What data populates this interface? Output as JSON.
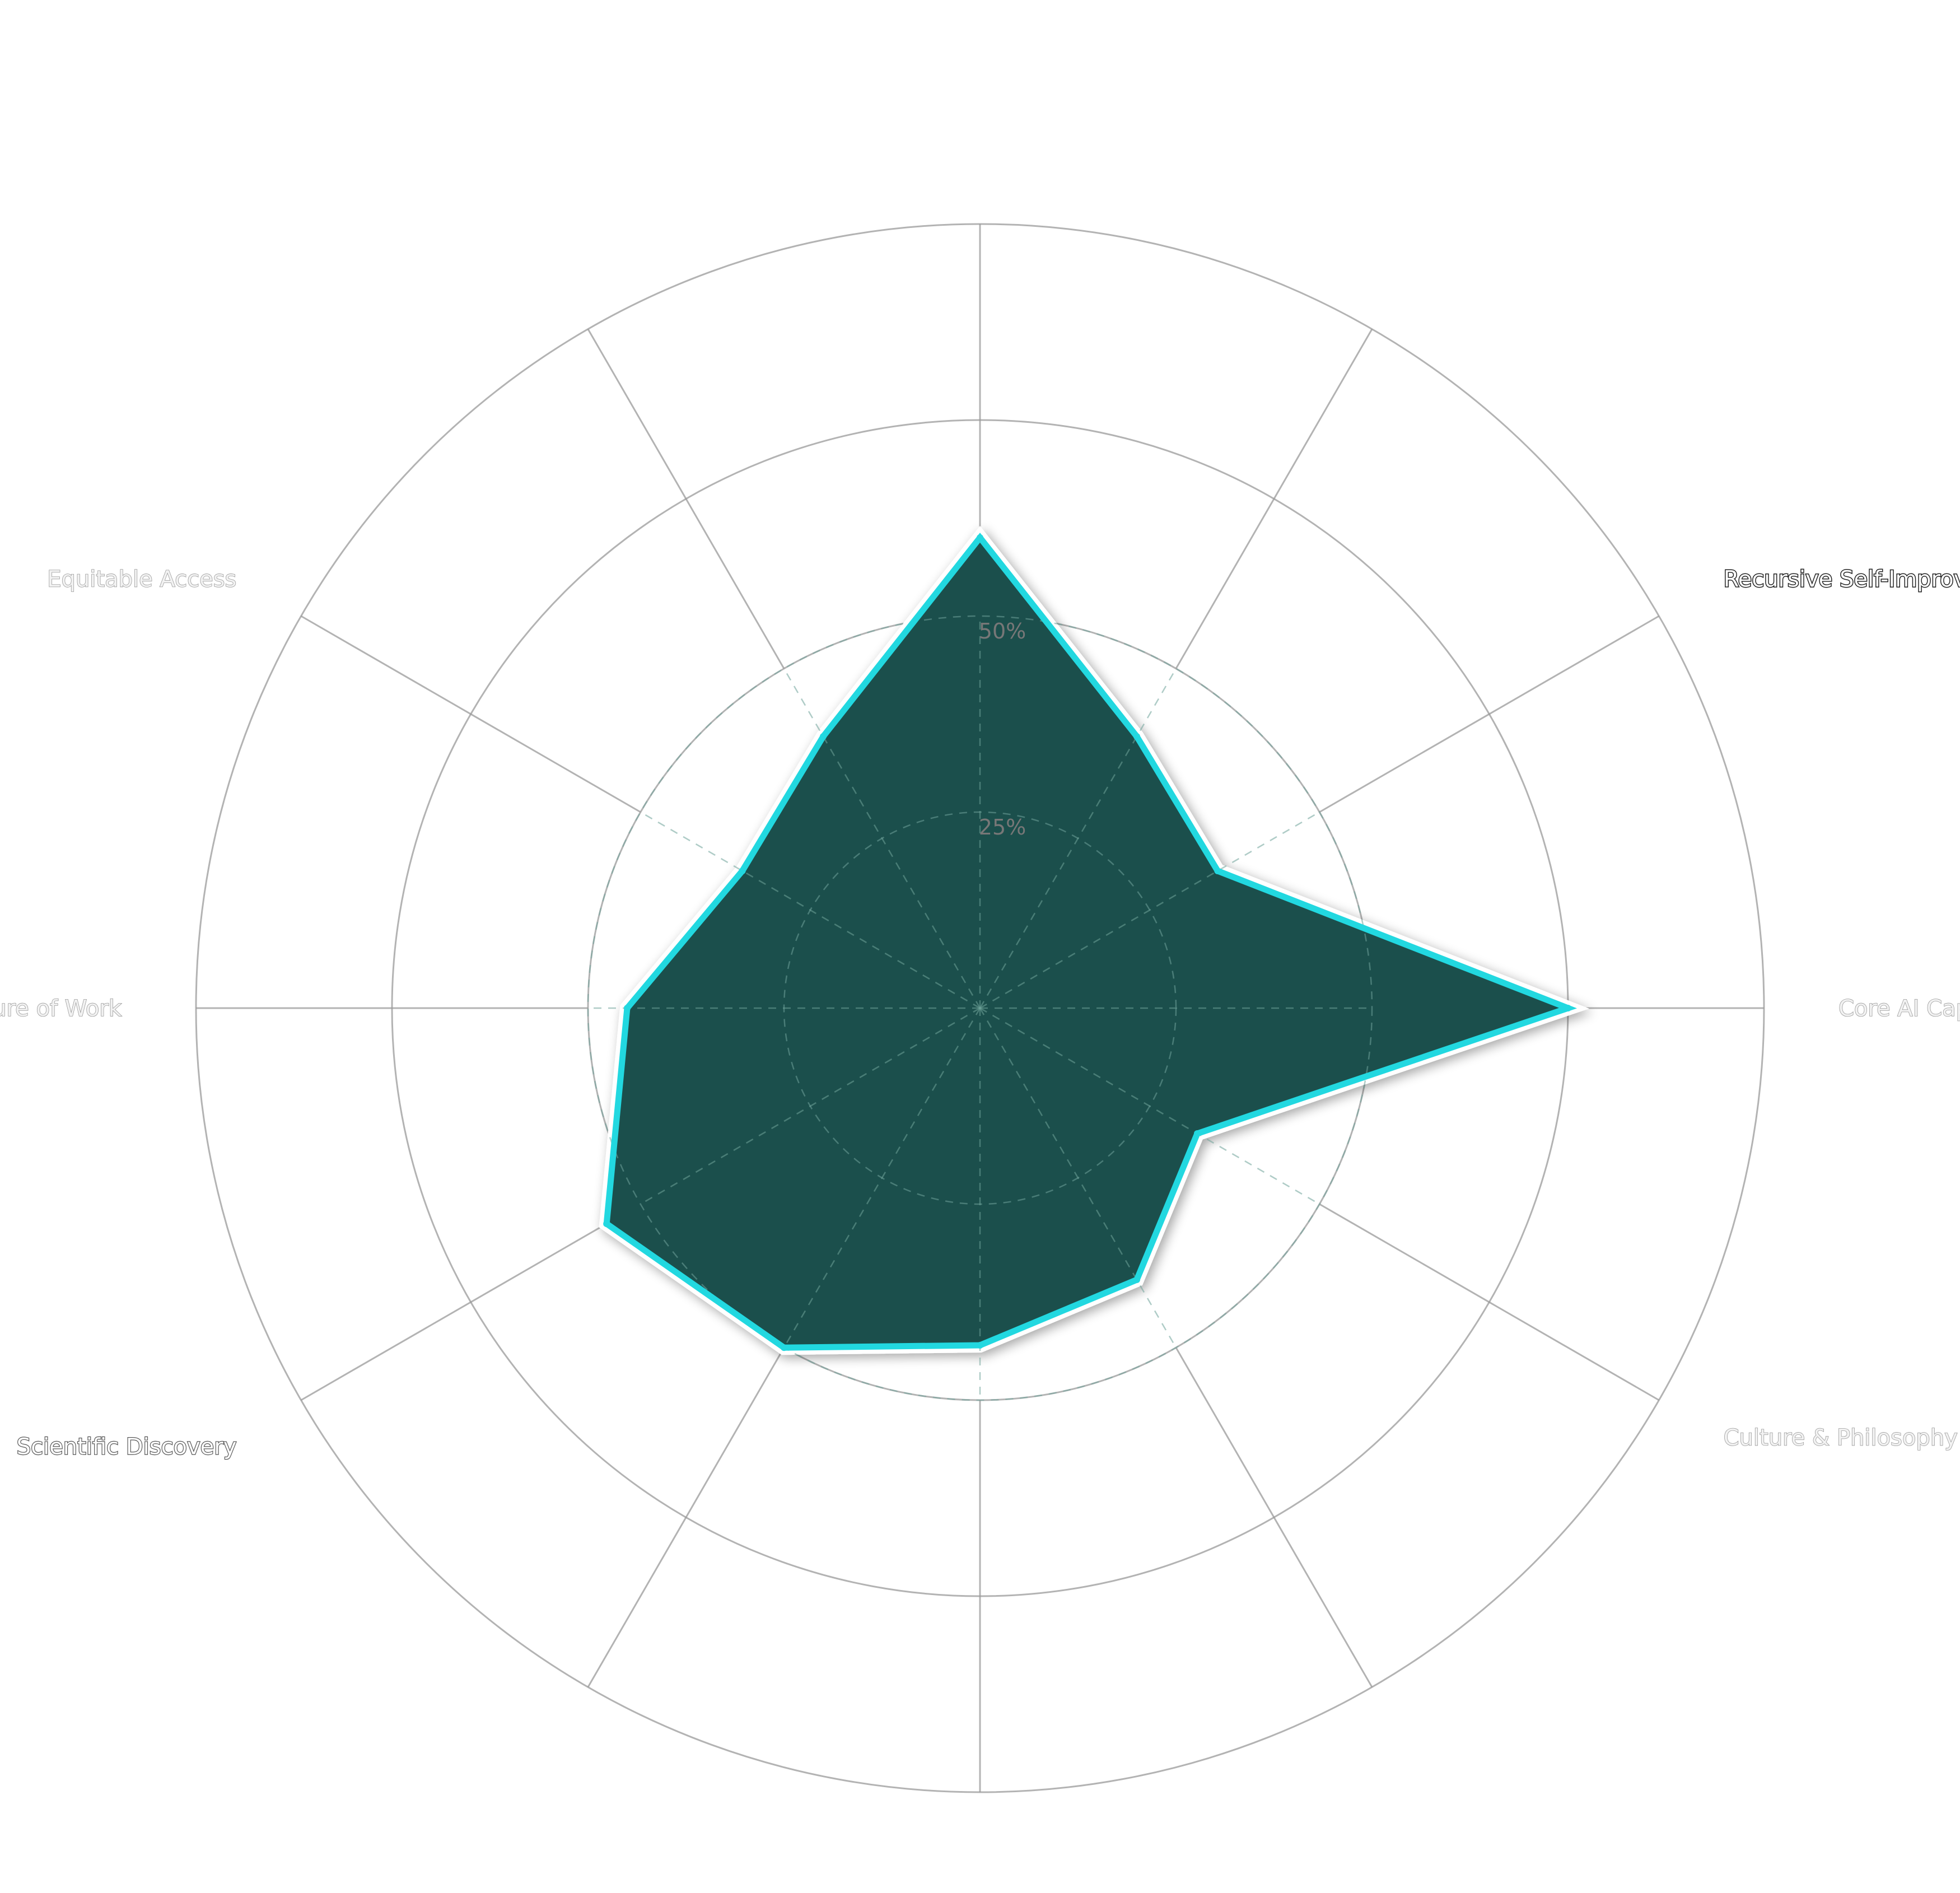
{
  "chart_data": {
    "type": "radar",
    "title": "",
    "subtitle": "",
    "axes": [
      "",
      "",
      "Recursive Self-Improvement",
      "Core AI Capability",
      "Culture & Philosophy",
      "",
      "",
      "",
      "Scientific Discovery",
      "Future of Work",
      "Equitable Access",
      ""
    ],
    "values": [
      60,
      40,
      35,
      75,
      32,
      40,
      43,
      50,
      55,
      45,
      35,
      40
    ],
    "rlim": [
      0,
      100
    ],
    "radial_ticks": [
      25,
      50,
      75,
      100
    ],
    "radial_tick_labels": [
      "25%",
      "50%",
      "",
      ""
    ],
    "fill_color": "#1b4f4c",
    "line_color": "#22d8e0",
    "grid": true
  }
}
